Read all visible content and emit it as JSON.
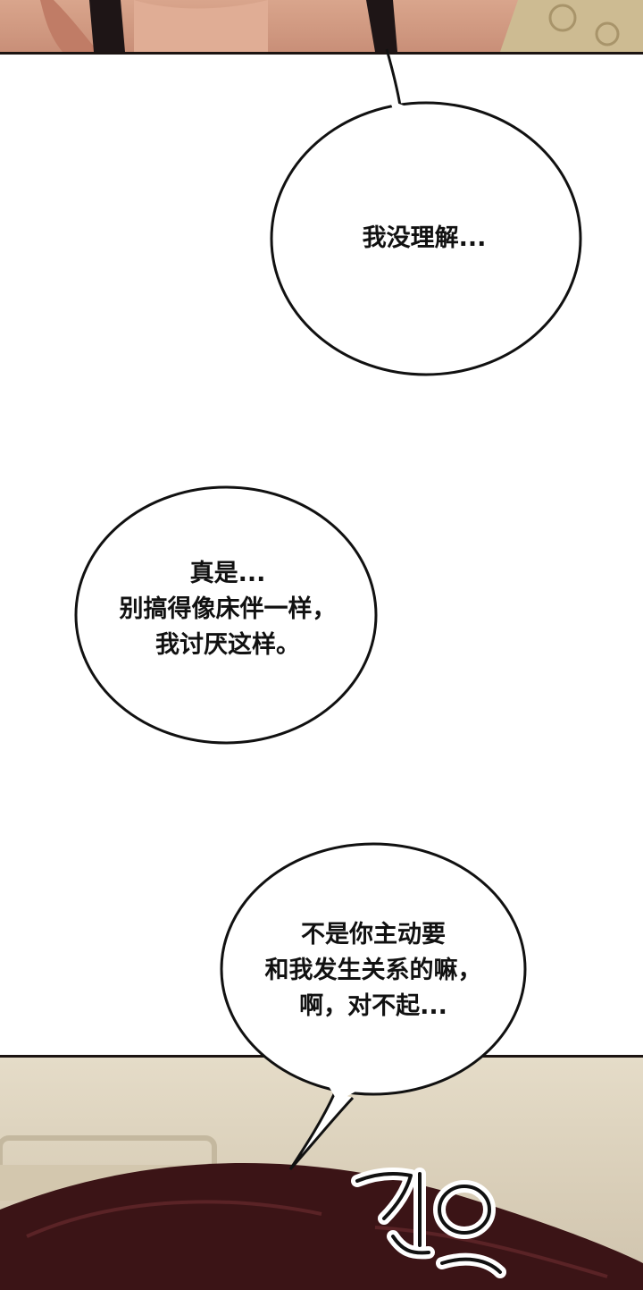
{
  "bubbles": {
    "b1": {
      "lines": [
        "我没理解..."
      ]
    },
    "b2": {
      "lines": [
        "真是...",
        "别搞得像床伴一样，",
        "我讨厌这样。"
      ]
    },
    "b3": {
      "lines": [
        "不是你主动要",
        "和我发生关系的嘛，",
        "啊，对不起..."
      ]
    }
  },
  "sfx": {
    "text": ""
  },
  "colors": {
    "bubble_fill": "#ffffff",
    "ink": "#111111",
    "skin": "#d9a58c",
    "hair": "#3b1416",
    "wall": "#e5dcc8"
  }
}
